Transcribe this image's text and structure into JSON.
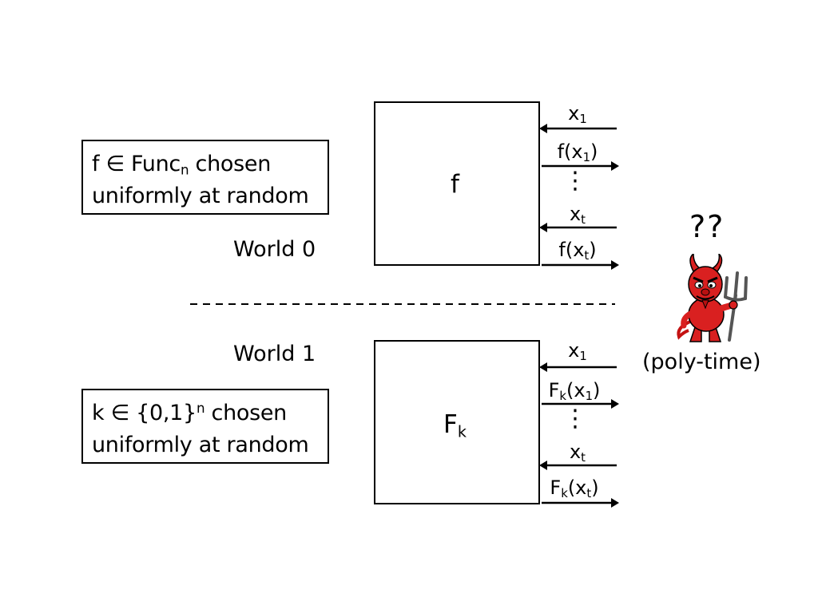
{
  "world0": {
    "label": "World 0",
    "info_line1_pre": "f ",
    "info_symbol": "∈",
    "info_line1_func": " Func",
    "info_line1_sub": "n",
    "info_line1_post": " chosen",
    "info_line2": "uniformly at random",
    "box_label": "f",
    "query_first": "x",
    "query_first_sub": "1",
    "answer_first_pre": "f(x",
    "answer_first_sub": "1",
    "answer_first_post": ")",
    "query_last": "x",
    "query_last_sub": "t",
    "answer_last_pre": "f(x",
    "answer_last_sub": "t",
    "answer_last_post": ")"
  },
  "world1": {
    "label": "World 1",
    "info_line1_pre": "k ",
    "info_symbol": "∈",
    "info_line1_set": " {0,1}",
    "info_line1_sup": "n",
    "info_line1_post": " chosen",
    "info_line2": "uniformly at random",
    "box_label": "F",
    "box_label_sub": "k",
    "query_first": "x",
    "query_first_sub": "1",
    "answer_first_F": "F",
    "answer_first_Fsub": "k",
    "answer_first_mid": "(x",
    "answer_first_sub": "1",
    "answer_first_post": ")",
    "query_last": "x",
    "query_last_sub": "t",
    "answer_last_F": "F",
    "answer_last_Fsub": "k",
    "answer_last_mid": "(x",
    "answer_last_sub": "t",
    "answer_last_post": ")"
  },
  "dots": "⋮",
  "adversary": {
    "question": "??",
    "label": "(poly-time)",
    "icon": "devil-icon",
    "color": "#d92020"
  }
}
